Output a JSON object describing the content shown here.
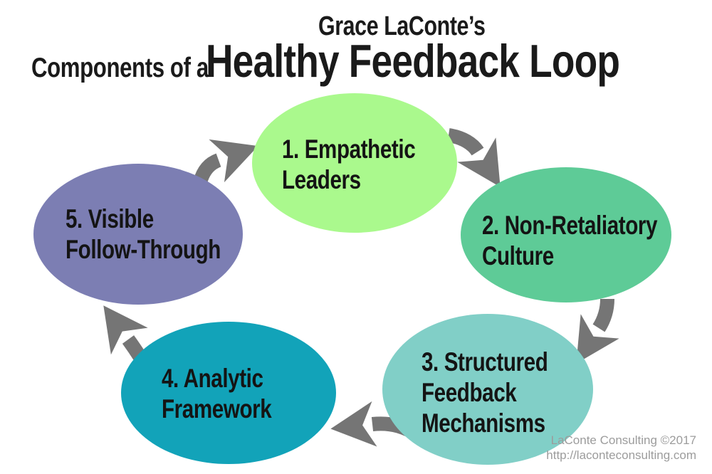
{
  "header": {
    "attribution": "Grace LaConte’s",
    "title_prefix": "Components of a",
    "title": "Healthy Feedback Loop"
  },
  "diagram": {
    "type": "cycle",
    "flow_direction": "clockwise",
    "arrow_color": "#757575",
    "nodes": [
      {
        "label_lines": [
          "1. Empathetic",
          "Leaders"
        ],
        "color": "#aaf98d"
      },
      {
        "label_lines": [
          "2. Non-Retaliatory",
          "Culture"
        ],
        "color": "#5ecb97"
      },
      {
        "label_lines": [
          "3. Structured",
          "Feedback",
          "Mechanisms"
        ],
        "color": "#81cfc7"
      },
      {
        "label_lines": [
          "4. Analytic",
          "Framework"
        ],
        "color": "#12a3b9"
      },
      {
        "label_lines": [
          "5. Visible",
          "Follow-Through"
        ],
        "color": "#7c7eb3"
      }
    ]
  },
  "footer": {
    "credit": "LaConte Consulting ©2017",
    "url": "http://laconteconsulting.com"
  }
}
